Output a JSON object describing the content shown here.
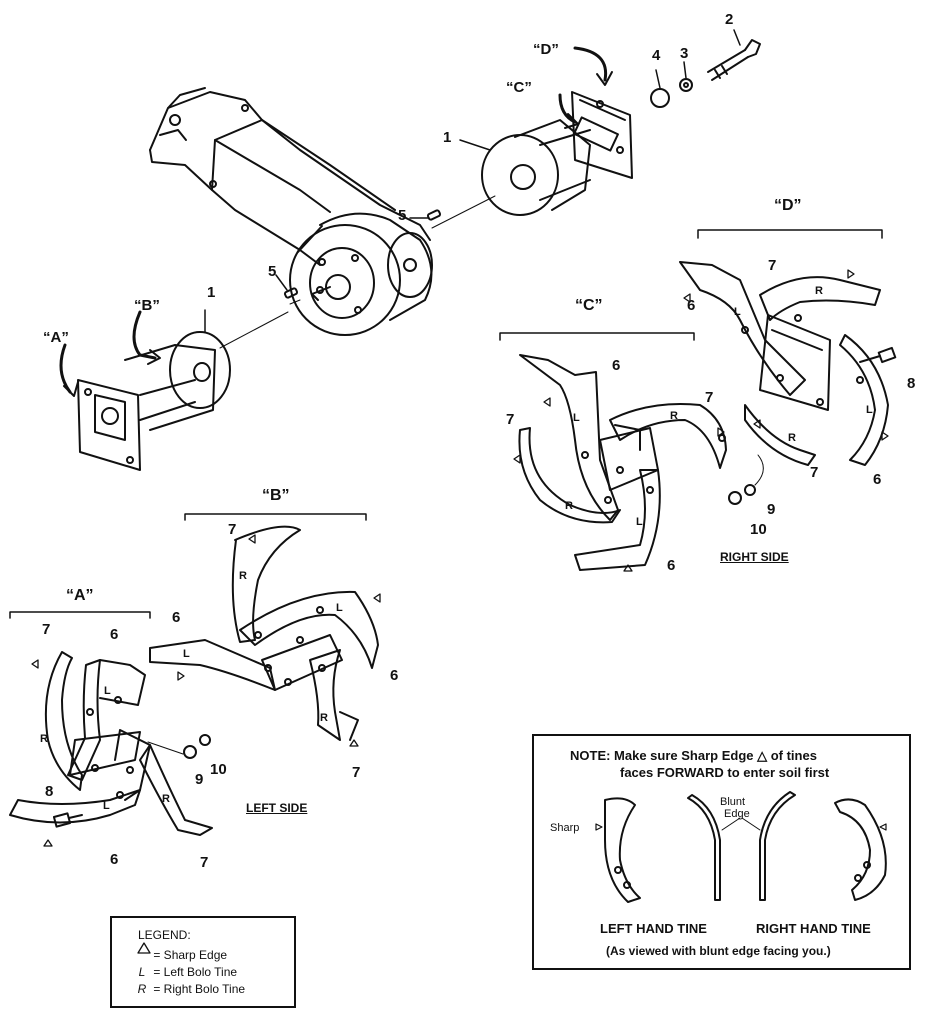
{
  "callouts": {
    "n1_upper": "1",
    "n1_lower": "1",
    "n2": "2",
    "n3": "3",
    "n4": "4",
    "n5_upper": "5",
    "n5_lower": "5",
    "b_n6_left": "6",
    "b_n6_right": "6",
    "b_n7_top": "7",
    "b_n7_bottom": "7",
    "a_n6_top": "6",
    "a_n6_bottom": "6",
    "a_n7_top": "7",
    "a_n7_bottom": "7",
    "a_n8": "8",
    "a_n9": "9",
    "a_n10": "10",
    "c_n6_top": "6",
    "c_n6_bottom": "6",
    "c_n7_left": "7",
    "c_n7_right": "7",
    "d_n6_left": "6",
    "d_n6_right": "6",
    "d_n7_top": "7",
    "d_n7_bottom": "7",
    "d_n8": "8",
    "d_n9": "9",
    "d_n10": "10"
  },
  "arrow_labels": {
    "upper_c": "“C”",
    "upper_d": "“D”",
    "lower_a": "“A”",
    "lower_b": "“B”"
  },
  "groups": {
    "a": "“A”",
    "b": "“B”",
    "c": "“C”",
    "d": "“D”"
  },
  "tine_letters": {
    "left": "L",
    "right": "R"
  },
  "sides": {
    "left": "LEFT SIDE",
    "right": "RIGHT SIDE"
  },
  "note": {
    "line1": "NOTE:  Make sure Sharp Edge △ of tines",
    "line2": "faces FORWARD to enter soil first",
    "sharp": "Sharp",
    "blunt": "Blunt",
    "edge": "Edge",
    "left_hand": "LEFT HAND TINE",
    "right_hand": "RIGHT HAND TINE",
    "viewed": "(As viewed with blunt edge facing you.)"
  },
  "legend": {
    "title": "LEGEND:",
    "sharp_sym": "△",
    "sharp_text": "= Sharp Edge",
    "left_sym": "L",
    "left_text": "= Left Bolo Tine",
    "right_sym": "R",
    "right_text": "= Right Bolo Tine"
  }
}
